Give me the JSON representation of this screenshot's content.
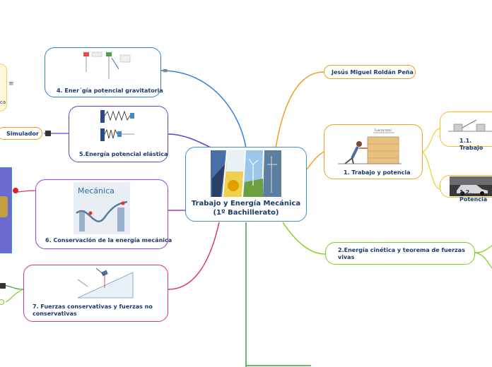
{
  "center": {
    "title_line1": "Trabajo y Energía Mecánica",
    "title_line2": "(1º Bachillerato)"
  },
  "author": "Jesús Miguel Roldán Peña",
  "right_nodes": {
    "trabajo_potencia": "1. Trabajo y potencia",
    "trabajo_sub": "1.1. Trabajo",
    "potencia_sub": "1.2. Potencia",
    "energia_cinetica": "2.Energía cinética y teorema de fuerzas vivas",
    "trabajo_image_caption": "Fuerza total"
  },
  "left_nodes": {
    "gravitatoria": "4. Ener´gía potencial gravitatoria",
    "elastica": "5.Energía potencial elástica",
    "conservacion": "6. Conservación de la energía mecánica",
    "conservacion_image_title": "Mecánica",
    "fuerzas": "7. Fuerzas conservativas y fuerzas no conservativas",
    "simulador": "Simulador",
    "edge_text": "ca"
  },
  "icons": {
    "menu": "≡",
    "colors": {
      "blue": "#2f7fe0",
      "purple": "#9b3fd6",
      "magenta": "#d63fb8",
      "pink": "#e0307f",
      "orange": "#f0a020",
      "green": "#7cd11a",
      "darkgreen": "#3ca03c",
      "red": "#e02020"
    }
  }
}
